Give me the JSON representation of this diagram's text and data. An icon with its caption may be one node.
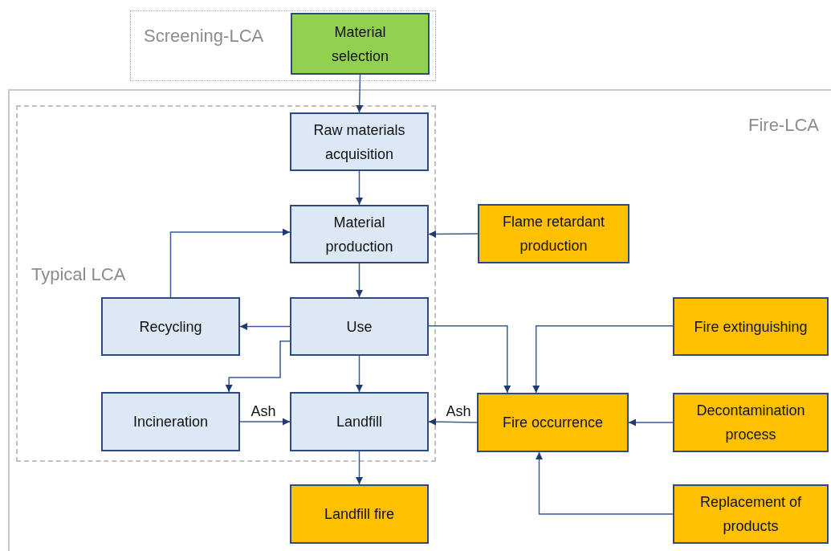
{
  "diagram": {
    "nodes": [
      {
        "text": [
          "Screening-LCA"
        ]
      },
      {
        "text": [
          "Material selection"
        ],
        "in": 0
      },
      {
        "text": [
          "Fire-LCA"
        ]
      },
      {
        "text": [
          "Typical LCA"
        ],
        "in": 2
      },
      {
        "text": [
          "Raw materials acquisition"
        ],
        "in": 3
      },
      {
        "text": [
          "Material production"
        ],
        "in": 3
      },
      {
        "text": [
          "Recycling"
        ],
        "in": 3
      },
      {
        "text": [
          "Use"
        ],
        "in": 3
      },
      {
        "text": [
          "Incineration"
        ],
        "in": 3
      },
      {
        "text": [
          "Landfill"
        ],
        "in": 3
      },
      {
        "text": [
          "Flame retardant production"
        ],
        "in": 2
      },
      {
        "text": [
          "Fire extinguishing"
        ],
        "in": 2
      },
      {
        "text": [
          "Fire occurrence"
        ],
        "in": 2
      },
      {
        "text": [
          "Decontamination process"
        ],
        "in": 2
      },
      {
        "text": [
          "Landfill fire"
        ],
        "in": 2
      },
      {
        "text": [
          "Replacement of products"
        ],
        "in": 2
      }
    ],
    "edges": [
      {
        "from": 1,
        "to": 4,
        "arrow": "to"
      },
      {
        "from": 4,
        "to": 5,
        "arrow": "to"
      },
      {
        "from": 5,
        "to": 7,
        "arrow": "to"
      },
      {
        "from": 7,
        "to": 6,
        "arrow": "to"
      },
      {
        "from": 6,
        "to": 5,
        "arrow": "to"
      },
      {
        "from": 7,
        "to": 8,
        "arrow": "to"
      },
      {
        "from": 7,
        "to": 9,
        "arrow": "to"
      },
      {
        "from": 8,
        "to": 9,
        "arrow": "to",
        "label": "Ash"
      },
      {
        "from": 12,
        "to": 9,
        "arrow": "to",
        "label": "Ash"
      },
      {
        "from": 9,
        "to": 14,
        "arrow": "to"
      },
      {
        "from": 10,
        "to": 5,
        "arrow": "to"
      },
      {
        "from": 7,
        "to": 12,
        "arrow": "to"
      },
      {
        "from": 11,
        "to": 12,
        "arrow": "to"
      },
      {
        "from": 13,
        "to": 12,
        "arrow": "to"
      },
      {
        "from": 15,
        "to": 12,
        "arrow": "to"
      }
    ]
  }
}
